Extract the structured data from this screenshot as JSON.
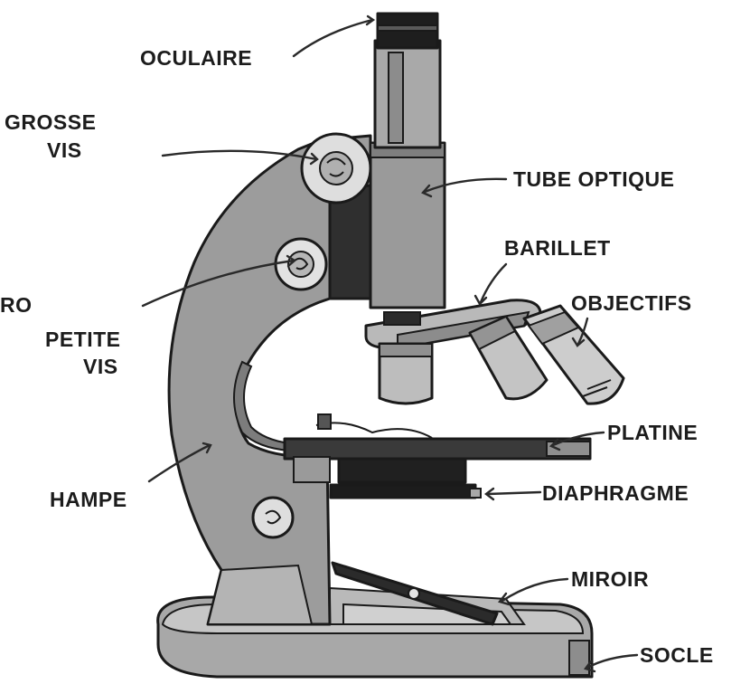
{
  "diagram": {
    "labels": {
      "oculaire": "OCULAIRE",
      "grosse_vis_1": "GROSSE",
      "grosse_vis_2": "VIS",
      "tube_optique": "TUBE OPTIQUE",
      "barillet": "BARILLET",
      "objectifs": "OBJECTIFS",
      "bras_fragment": "RO",
      "petite_vis_1": "PETITE",
      "petite_vis_2": "VIS",
      "platine": "PLATINE",
      "hampe": "HAMPE",
      "diaphragme": "DIAPHRAGME",
      "miroir": "MIROIR",
      "socle": "SOCLE"
    },
    "colors": {
      "outline": "#1a1a1a",
      "body_gray": "#9a9a9a",
      "light_gray": "#c4c4c4",
      "dark": "#2b2b2b",
      "background": "#ffffff"
    }
  }
}
